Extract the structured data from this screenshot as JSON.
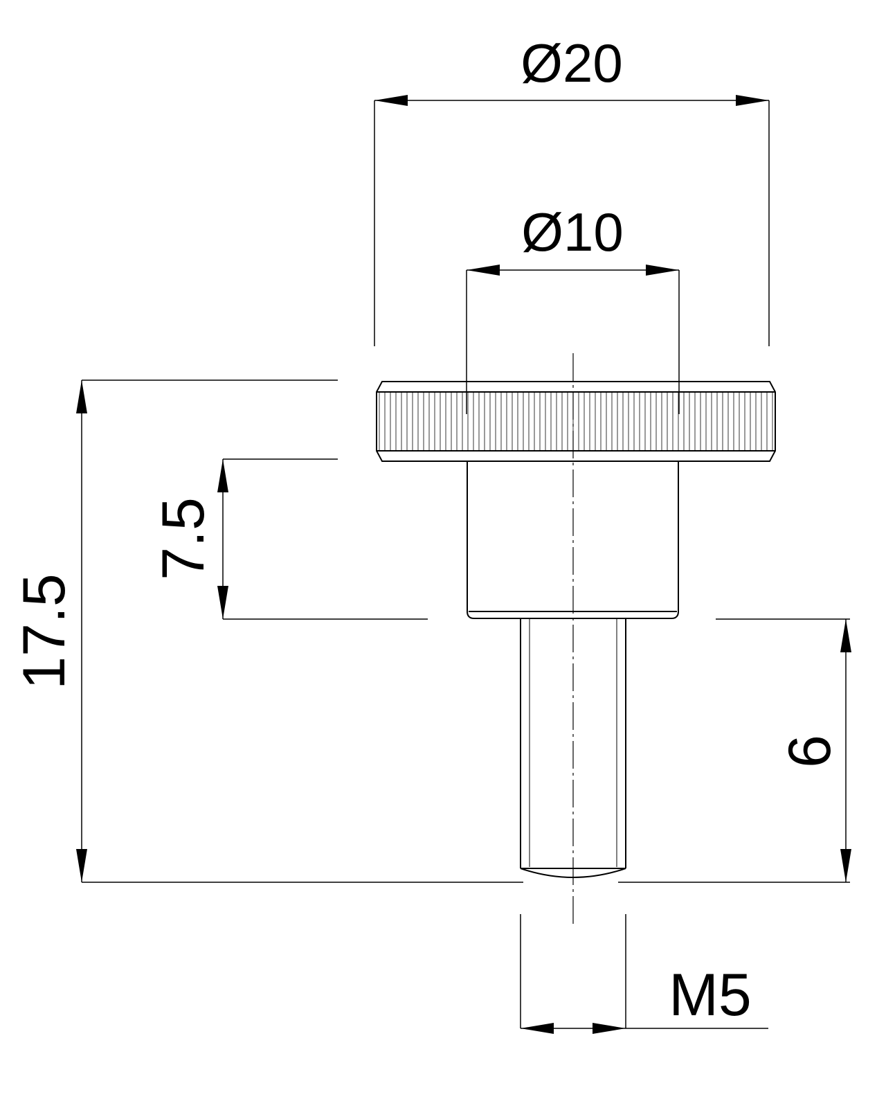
{
  "dimensions": {
    "outer_diameter": "Ø20",
    "shoulder_diameter": "Ø10",
    "overall_height": "17.5",
    "shoulder_height": "7.5",
    "thread_length": "6",
    "thread_size": "M5"
  },
  "colors": {
    "line": "#000000",
    "background": "#ffffff"
  }
}
